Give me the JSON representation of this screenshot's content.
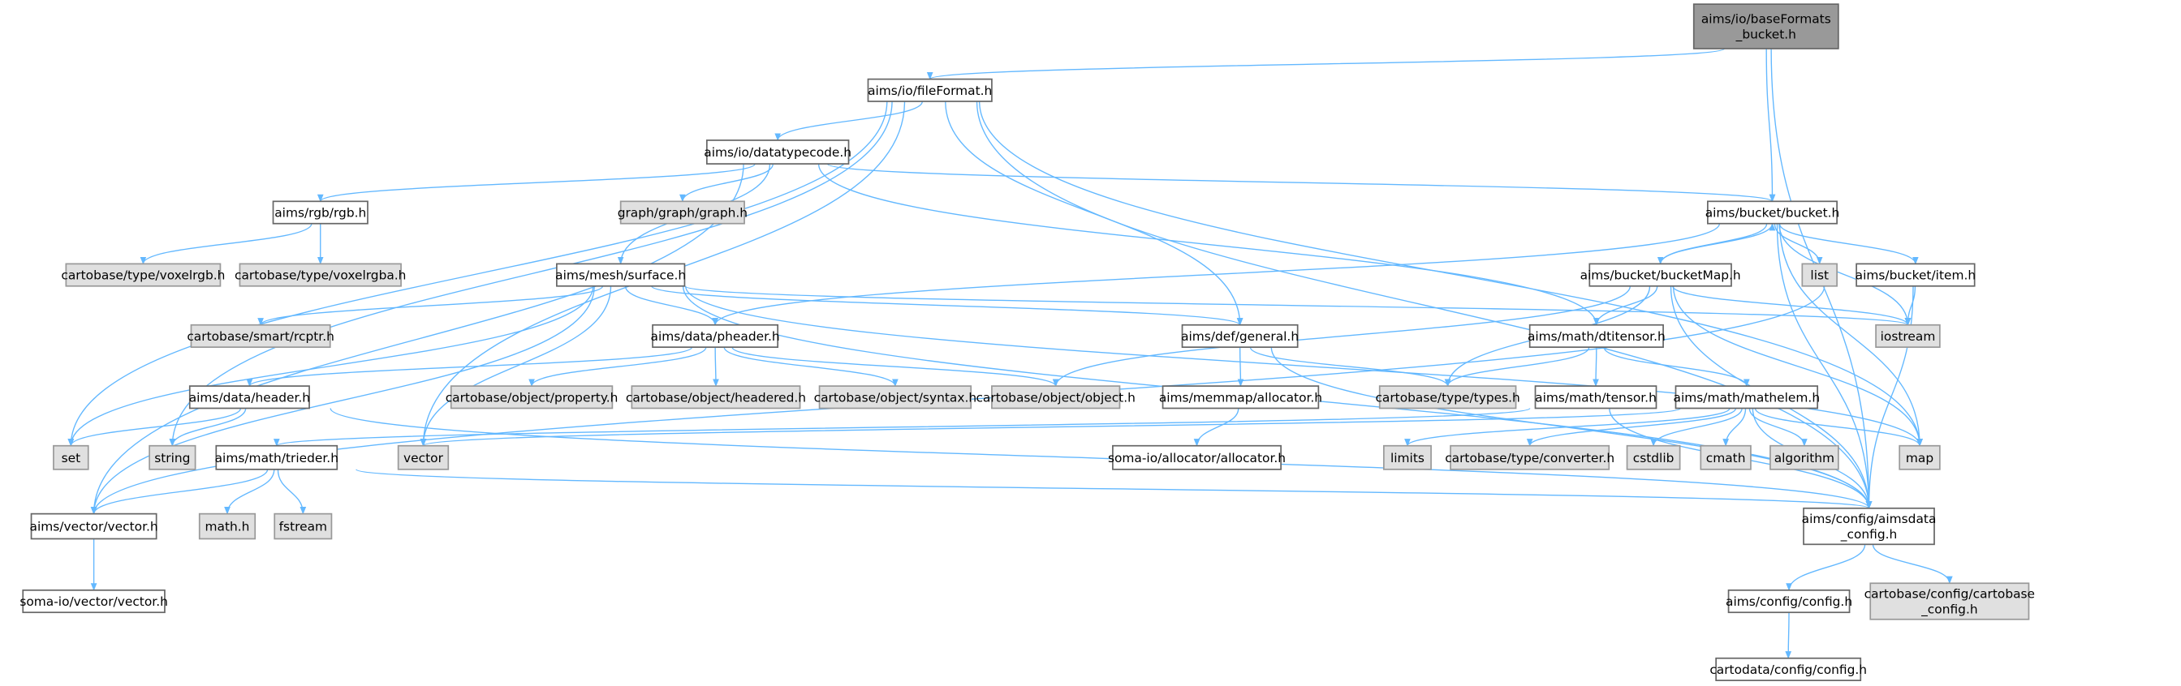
{
  "graph": {
    "title": "aims/io/baseFormats_bucket.h",
    "edge_color": "#63b8ff",
    "nodes": [
      {
        "id": "baseFormats",
        "label": [
          "aims/io/baseFormats",
          "_bucket.h"
        ],
        "kind": "root"
      },
      {
        "id": "fileFormat",
        "label": [
          "aims/io/fileFormat.h"
        ],
        "kind": "internal"
      },
      {
        "id": "datatypecode",
        "label": [
          "aims/io/datatypecode.h"
        ],
        "kind": "internal"
      },
      {
        "id": "graph",
        "label": [
          "graph/graph/graph.h"
        ],
        "kind": "external"
      },
      {
        "id": "rgb",
        "label": [
          "aims/rgb/rgb.h"
        ],
        "kind": "internal"
      },
      {
        "id": "voxelrgb",
        "label": [
          "cartobase/type/voxelrgb.h"
        ],
        "kind": "external"
      },
      {
        "id": "voxelrgba",
        "label": [
          "cartobase/type/voxelrgba.h"
        ],
        "kind": "external"
      },
      {
        "id": "surface",
        "label": [
          "aims/mesh/surface.h"
        ],
        "kind": "internal"
      },
      {
        "id": "rcptr",
        "label": [
          "cartobase/smart/rcptr.h"
        ],
        "kind": "external"
      },
      {
        "id": "pheader",
        "label": [
          "aims/data/pheader.h"
        ],
        "kind": "internal"
      },
      {
        "id": "bucket",
        "label": [
          "aims/bucket/bucket.h"
        ],
        "kind": "internal"
      },
      {
        "id": "bucketMap",
        "label": [
          "aims/bucket/bucketMap.h"
        ],
        "kind": "internal"
      },
      {
        "id": "list",
        "label": [
          "list"
        ],
        "kind": "external"
      },
      {
        "id": "item",
        "label": [
          "aims/bucket/item.h"
        ],
        "kind": "internal"
      },
      {
        "id": "general",
        "label": [
          "aims/def/general.h"
        ],
        "kind": "internal"
      },
      {
        "id": "dtitensor",
        "label": [
          "aims/math/dtitensor.h"
        ],
        "kind": "internal"
      },
      {
        "id": "iostream",
        "label": [
          "iostream"
        ],
        "kind": "external"
      },
      {
        "id": "header",
        "label": [
          "aims/data/header.h"
        ],
        "kind": "internal"
      },
      {
        "id": "property",
        "label": [
          "cartobase/object/property.h"
        ],
        "kind": "external"
      },
      {
        "id": "headered",
        "label": [
          "cartobase/object/headered.h"
        ],
        "kind": "external"
      },
      {
        "id": "syntax",
        "label": [
          "cartobase/object/syntax.h"
        ],
        "kind": "external"
      },
      {
        "id": "object",
        "label": [
          "cartobase/object/object.h"
        ],
        "kind": "external"
      },
      {
        "id": "memallocator",
        "label": [
          "aims/memmap/allocator.h"
        ],
        "kind": "internal"
      },
      {
        "id": "types",
        "label": [
          "cartobase/type/types.h"
        ],
        "kind": "external"
      },
      {
        "id": "tensor",
        "label": [
          "aims/math/tensor.h"
        ],
        "kind": "internal"
      },
      {
        "id": "mathelem",
        "label": [
          "aims/math/mathelem.h"
        ],
        "kind": "internal"
      },
      {
        "id": "set",
        "label": [
          "set"
        ],
        "kind": "external"
      },
      {
        "id": "string",
        "label": [
          "string"
        ],
        "kind": "external"
      },
      {
        "id": "trieder",
        "label": [
          "aims/math/trieder.h"
        ],
        "kind": "internal"
      },
      {
        "id": "vector",
        "label": [
          "vector"
        ],
        "kind": "external"
      },
      {
        "id": "somaallocator",
        "label": [
          "soma-io/allocator/allocator.h"
        ],
        "kind": "internal"
      },
      {
        "id": "limits",
        "label": [
          "limits"
        ],
        "kind": "external"
      },
      {
        "id": "converter",
        "label": [
          "cartobase/type/converter.h"
        ],
        "kind": "external"
      },
      {
        "id": "cstdlib",
        "label": [
          "cstdlib"
        ],
        "kind": "external"
      },
      {
        "id": "cmath",
        "label": [
          "cmath"
        ],
        "kind": "external"
      },
      {
        "id": "algorithm",
        "label": [
          "algorithm"
        ],
        "kind": "external"
      },
      {
        "id": "map",
        "label": [
          "map"
        ],
        "kind": "external"
      },
      {
        "id": "aimsvector",
        "label": [
          "aims/vector/vector.h"
        ],
        "kind": "internal"
      },
      {
        "id": "mathh",
        "label": [
          "math.h"
        ],
        "kind": "external"
      },
      {
        "id": "fstream",
        "label": [
          "fstream"
        ],
        "kind": "external"
      },
      {
        "id": "aimsdata_config",
        "label": [
          "aims/config/aimsdata",
          "_config.h"
        ],
        "kind": "internal"
      },
      {
        "id": "somavector",
        "label": [
          "soma-io/vector/vector.h"
        ],
        "kind": "internal"
      },
      {
        "id": "config",
        "label": [
          "aims/config/config.h"
        ],
        "kind": "internal"
      },
      {
        "id": "cartobase_config",
        "label": [
          "cartobase/config/cartobase",
          "_config.h"
        ],
        "kind": "external"
      },
      {
        "id": "cartodata_config",
        "label": [
          "cartodata/config/config.h"
        ],
        "kind": "internal"
      }
    ],
    "edges": [
      [
        "baseFormats",
        "fileFormat"
      ],
      [
        "baseFormats",
        "bucket"
      ],
      [
        "baseFormats",
        "aimsdata_config"
      ],
      [
        "fileFormat",
        "datatypecode"
      ],
      [
        "fileFormat",
        "general"
      ],
      [
        "fileFormat",
        "set"
      ],
      [
        "fileFormat",
        "string"
      ],
      [
        "fileFormat",
        "vector"
      ],
      [
        "fileFormat",
        "map"
      ],
      [
        "fileFormat",
        "aimsdata_config"
      ],
      [
        "datatypecode",
        "rgb"
      ],
      [
        "datatypecode",
        "graph"
      ],
      [
        "datatypecode",
        "surface"
      ],
      [
        "datatypecode",
        "bucket"
      ],
      [
        "datatypecode",
        "dtitensor"
      ],
      [
        "datatypecode",
        "aimsvector"
      ],
      [
        "rgb",
        "voxelrgb"
      ],
      [
        "rgb",
        "voxelrgba"
      ],
      [
        "surface",
        "rcptr"
      ],
      [
        "surface",
        "pheader"
      ],
      [
        "surface",
        "general"
      ],
      [
        "surface",
        "vector"
      ],
      [
        "surface",
        "set"
      ],
      [
        "surface",
        "aimsvector"
      ],
      [
        "surface",
        "aimsdata_config"
      ],
      [
        "surface",
        "iostream"
      ],
      [
        "surface",
        "map"
      ],
      [
        "pheader",
        "header"
      ],
      [
        "pheader",
        "property"
      ],
      [
        "pheader",
        "headered"
      ],
      [
        "pheader",
        "syntax"
      ],
      [
        "pheader",
        "object"
      ],
      [
        "bucket",
        "pheader"
      ],
      [
        "bucket",
        "bucketMap"
      ],
      [
        "bucket",
        "list"
      ],
      [
        "bucket",
        "item"
      ],
      [
        "bucket",
        "iostream"
      ],
      [
        "bucket",
        "map"
      ],
      [
        "bucket",
        "aimsdata_config"
      ],
      [
        "bucketMap",
        "bucket"
      ],
      [
        "bucketMap",
        "object"
      ],
      [
        "bucketMap",
        "dtitensor"
      ],
      [
        "bucketMap",
        "types"
      ],
      [
        "bucketMap",
        "iostream"
      ],
      [
        "bucketMap",
        "map"
      ],
      [
        "bucketMap",
        "aimsdata_config"
      ],
      [
        "item",
        "iostream"
      ],
      [
        "item",
        "aimsdata_config"
      ],
      [
        "item",
        "aimsvector"
      ],
      [
        "general",
        "memallocator"
      ],
      [
        "general",
        "types"
      ],
      [
        "general",
        "aimsdata_config"
      ],
      [
        "dtitensor",
        "types"
      ],
      [
        "dtitensor",
        "tensor"
      ],
      [
        "dtitensor",
        "mathelem"
      ],
      [
        "tensor",
        "trieder"
      ],
      [
        "tensor",
        "aimsdata_config"
      ],
      [
        "mathelem",
        "vector"
      ],
      [
        "mathelem",
        "limits"
      ],
      [
        "mathelem",
        "converter"
      ],
      [
        "mathelem",
        "cstdlib"
      ],
      [
        "mathelem",
        "cmath"
      ],
      [
        "mathelem",
        "algorithm"
      ],
      [
        "mathelem",
        "map"
      ],
      [
        "mathelem",
        "aimsdata_config"
      ],
      [
        "memallocator",
        "somaallocator"
      ],
      [
        "header",
        "set"
      ],
      [
        "header",
        "string"
      ],
      [
        "header",
        "aimsdata_config"
      ],
      [
        "trieder",
        "aimsvector"
      ],
      [
        "trieder",
        "mathh"
      ],
      [
        "trieder",
        "fstream"
      ],
      [
        "trieder",
        "aimsdata_config"
      ],
      [
        "aimsvector",
        "somavector"
      ],
      [
        "aimsdata_config",
        "config"
      ],
      [
        "aimsdata_config",
        "cartobase_config"
      ],
      [
        "config",
        "cartodata_config"
      ]
    ]
  }
}
